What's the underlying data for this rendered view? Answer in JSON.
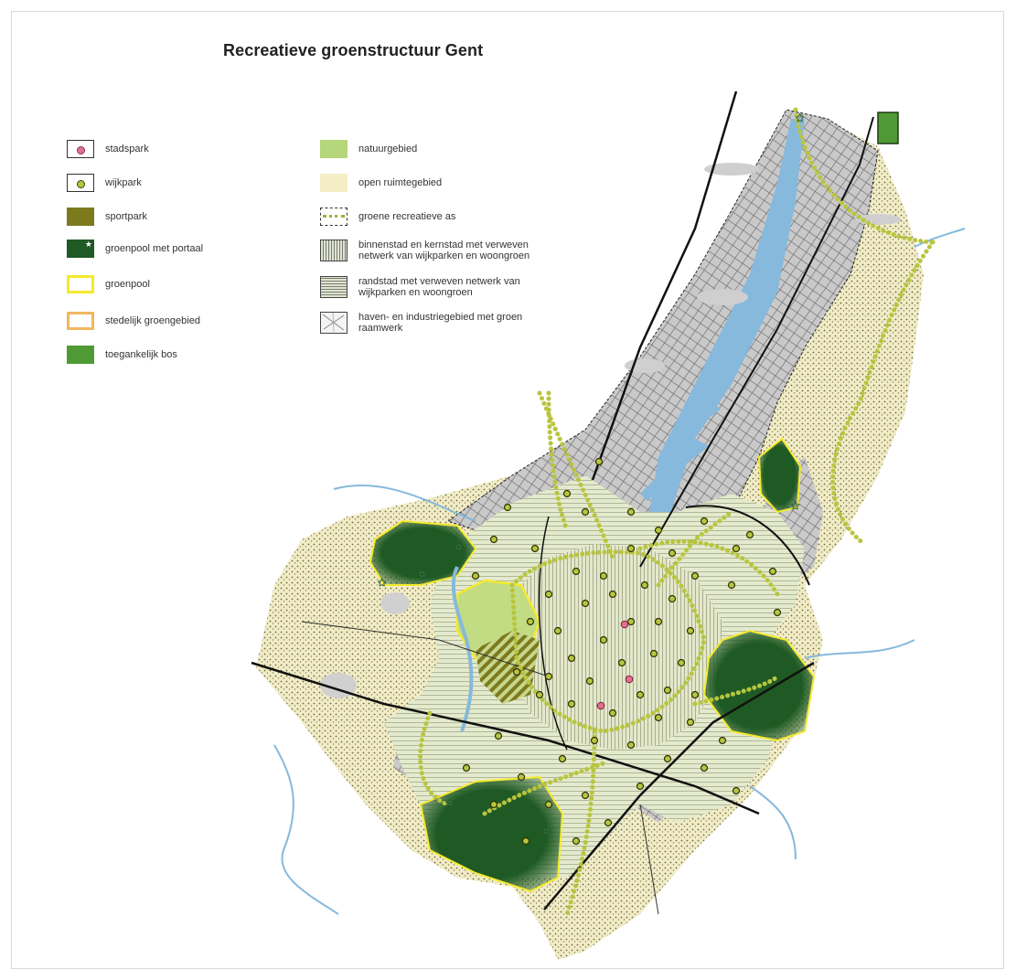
{
  "title": "Recreatieve groenstructuur Gent",
  "colors": {
    "natuurgebied": "#b5d67a",
    "open_ruimte": "#f3eec4",
    "sportpark": "#7d7a1e",
    "groenpool_portaal": "#1f5a24",
    "groenpool": "#f5ea2d",
    "stedelijk_groengebied": "#f0b860",
    "toegankelijk_bos": "#4f9a35",
    "water": "#86b9dc",
    "city_fill": "#dfe6cc"
  },
  "legend": {
    "left": [
      {
        "id": "stadspark",
        "label": "stadspark"
      },
      {
        "id": "wijkpark",
        "label": "wijkpark"
      },
      {
        "id": "sportpark",
        "label": "sportpark"
      },
      {
        "id": "groenpool-met-portaal",
        "label": "groenpool met portaal"
      },
      {
        "id": "groenpool",
        "label": "groenpool"
      },
      {
        "id": "stedelijk-groengebied",
        "label": "stedelijk groengebied"
      },
      {
        "id": "toegankelijk-bos",
        "label": "toegankelijk bos"
      }
    ],
    "right": [
      {
        "id": "natuurgebied",
        "label": "natuurgebied"
      },
      {
        "id": "open-ruimtegebied",
        "label": "open ruimtegebied"
      },
      {
        "id": "groene-recreatieve-as",
        "label": "groene recreatieve as"
      },
      {
        "id": "binnenstad",
        "label": "binnenstad en kernstad met verweven netwerk van wijkparken en woongroen"
      },
      {
        "id": "randstad",
        "label": "randstad met verweven netwerk van wijkparken en woongroen"
      },
      {
        "id": "haven",
        "label": "haven- en industriegebied met groen raamwerk"
      }
    ]
  }
}
